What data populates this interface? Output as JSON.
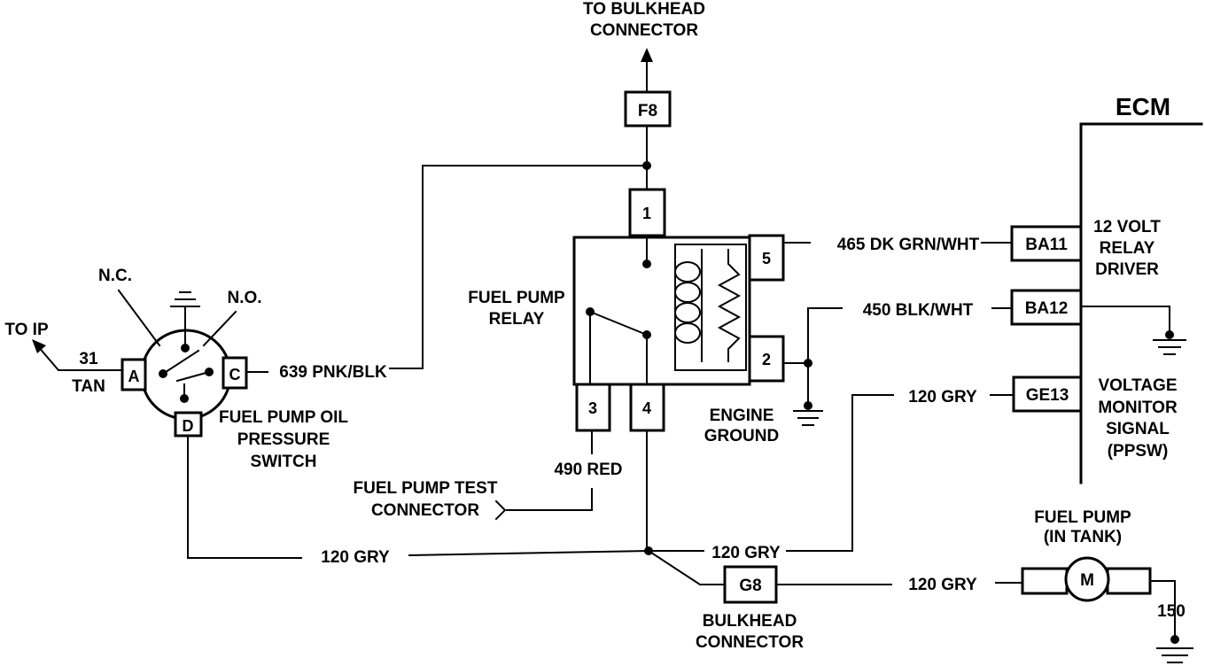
{
  "labels": {
    "to_bulkhead_1": "TO BULKHEAD",
    "to_bulkhead_2": "CONNECTOR",
    "ecm": "ECM",
    "nc": "N.C.",
    "no": "N.O.",
    "to_ip": "TO IP",
    "wire_31": "31",
    "tan": "TAN",
    "wire_639": "639 PNK/BLK",
    "switch_1": "FUEL PUMP OIL",
    "switch_2": "PRESSURE",
    "switch_3": "SWITCH",
    "relay_1": "FUEL PUMP",
    "relay_2": "RELAY",
    "wire_465": "465 DK GRN/WHT",
    "wire_450": "450 BLK/WHT",
    "ecm_12v_1": "12 VOLT",
    "ecm_12v_2": "RELAY",
    "ecm_12v_3": "DRIVER",
    "wire_120_ge13": "120 GRY",
    "vm_1": "VOLTAGE",
    "vm_2": "MONITOR",
    "vm_3": "SIGNAL",
    "vm_4": "(PPSW)",
    "engine_ground_1": "ENGINE",
    "engine_ground_2": "GROUND",
    "wire_490": "490 RED",
    "test_1": "FUEL PUMP TEST",
    "test_2": "CONNECTOR",
    "wire_120_left": "120 GRY",
    "wire_120_mid": "120 GRY",
    "wire_120_pump": "120 GRY",
    "fuel_pump_1": "FUEL PUMP",
    "fuel_pump_2": "(IN TANK)",
    "wire_150": "150",
    "bulkhead_1": "BULKHEAD",
    "bulkhead_2": "CONNECTOR"
  },
  "connectors": {
    "f8": "F8",
    "ba11": "BA11",
    "ba12": "BA12",
    "ge13": "GE13",
    "g8": "G8",
    "motor": "M"
  },
  "pins": {
    "p1": "1",
    "p2": "2",
    "p3": "3",
    "p4": "4",
    "p5": "5",
    "a": "A",
    "c": "C",
    "d": "D"
  }
}
